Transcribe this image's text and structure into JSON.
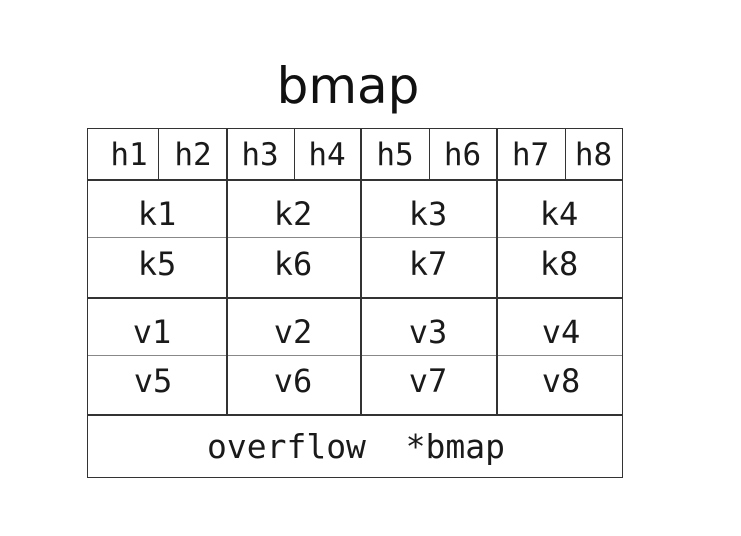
{
  "title": "bmap",
  "hashes": [
    "h1",
    "h2",
    "h3",
    "h4",
    "h5",
    "h6",
    "h7",
    "h8"
  ],
  "keys": [
    "k1",
    "k2",
    "k3",
    "k4",
    "k5",
    "k6",
    "k7",
    "k8"
  ],
  "values": [
    "v1",
    "v2",
    "v3",
    "v4",
    "v5",
    "v6",
    "v7",
    "v8"
  ],
  "overflow": "overflow  *bmap",
  "colors": {
    "line": "#333333",
    "text": "#1a1a1a",
    "background": "#ffffff"
  }
}
